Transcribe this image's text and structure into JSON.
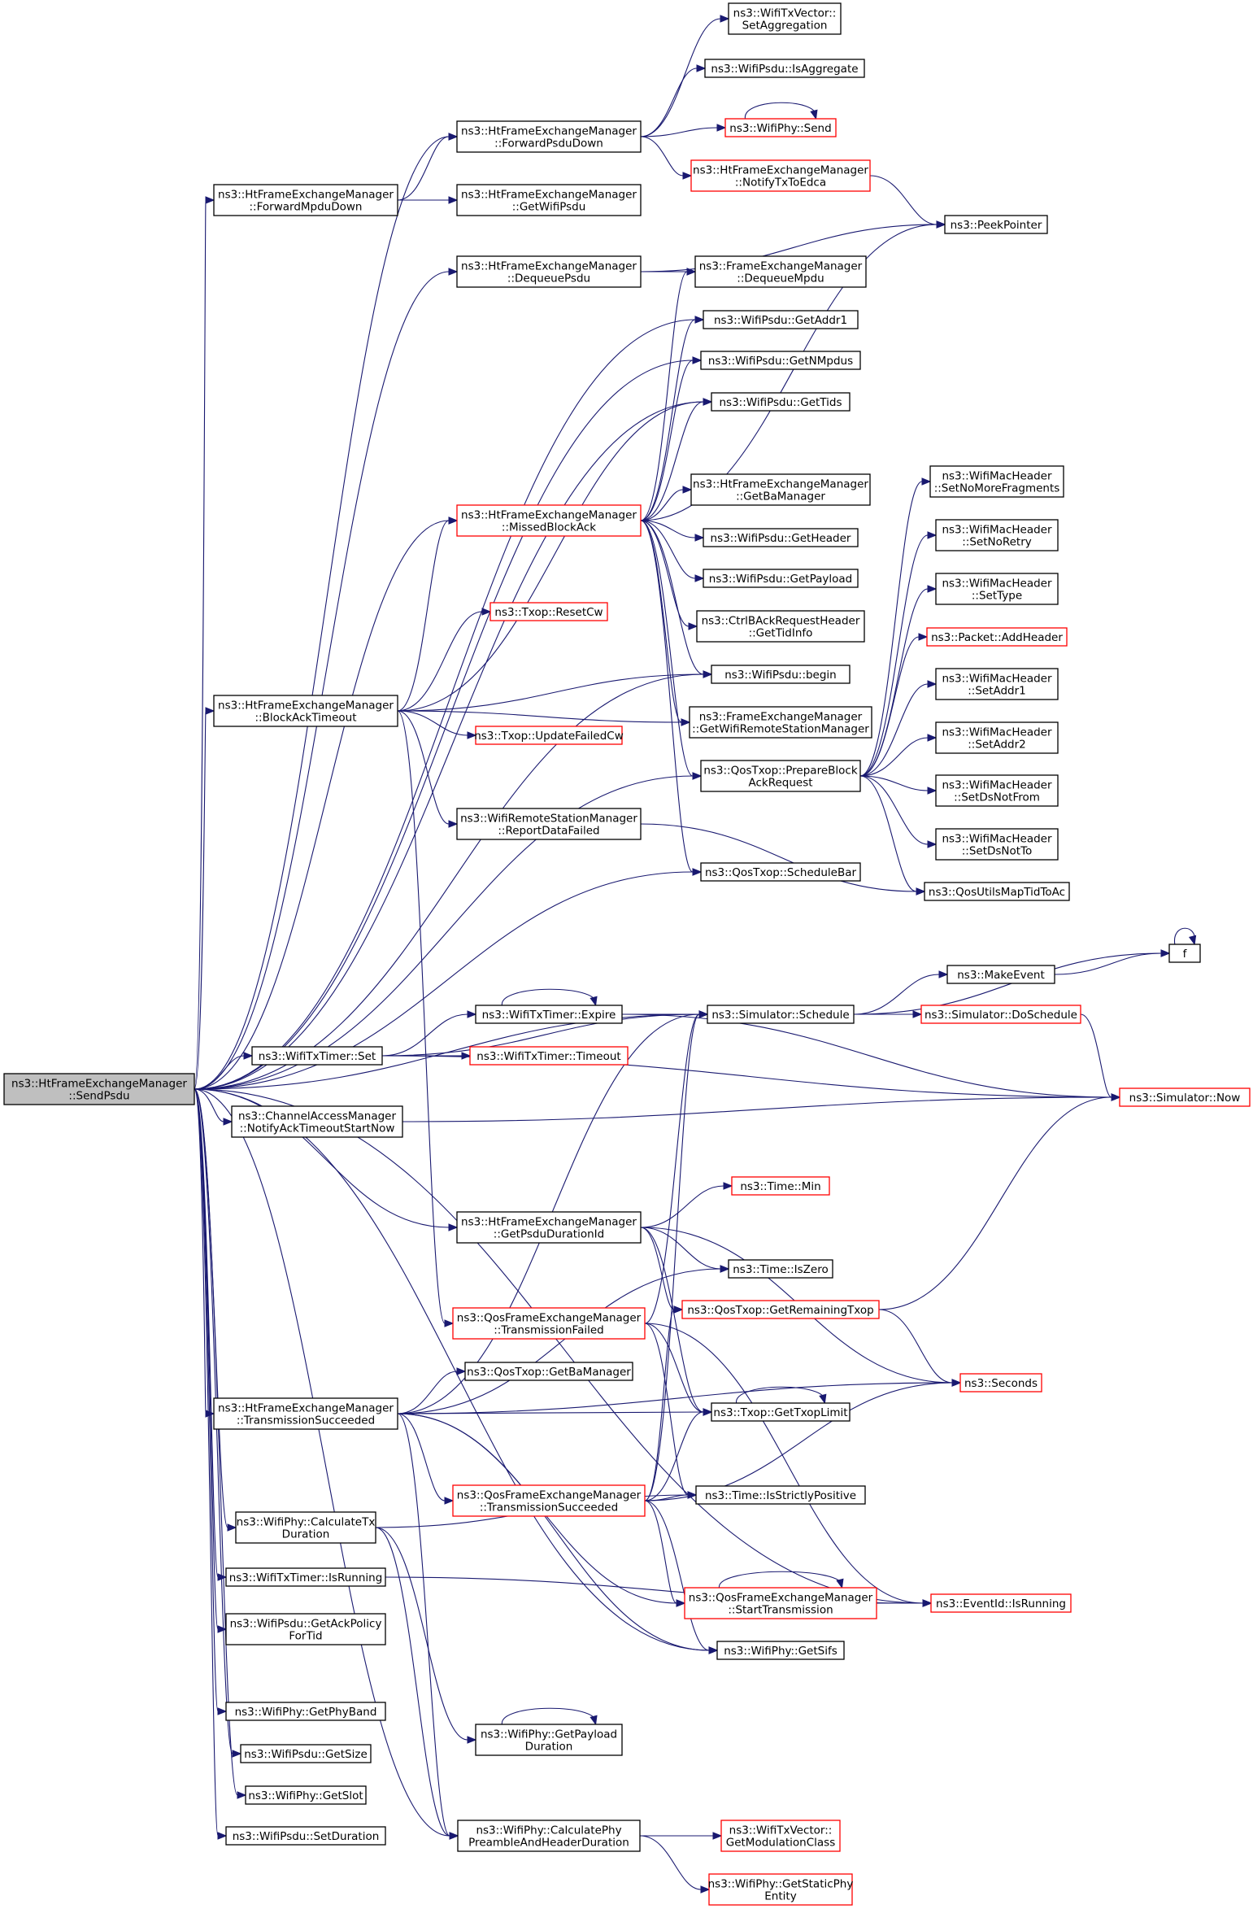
{
  "colors": {
    "edge": "#191970",
    "node_border": "#000000",
    "node_truncated_border": "#ff0000",
    "root_fill": "#bfbfbf",
    "node_fill": "#ffffff"
  },
  "nodes": [
    {
      "id": "root",
      "lines": [
        "ns3::HtFrameExchangeManager",
        "::SendPsdu"
      ],
      "root": true
    },
    {
      "id": "setAgg",
      "lines": [
        "ns3::WifiTxVector::",
        "SetAggregation"
      ]
    },
    {
      "id": "isAgg",
      "lines": [
        "ns3::WifiPsdu::IsAggregate"
      ]
    },
    {
      "id": "phySend",
      "lines": [
        "ns3::WifiPhy::Send"
      ],
      "red": true
    },
    {
      "id": "fwdPsdu",
      "lines": [
        "ns3::HtFrameExchangeManager",
        "::ForwardPsduDown"
      ]
    },
    {
      "id": "notifyTx",
      "lines": [
        "ns3::HtFrameExchangeManager",
        "::NotifyTxToEdca"
      ],
      "red": true
    },
    {
      "id": "fwdMpdu",
      "lines": [
        "ns3::HtFrameExchangeManager",
        "::ForwardMpduDown"
      ]
    },
    {
      "id": "getWifiPsdu",
      "lines": [
        "ns3::HtFrameExchangeManager",
        "::GetWifiPsdu"
      ]
    },
    {
      "id": "peek",
      "lines": [
        "ns3::PeekPointer"
      ]
    },
    {
      "id": "dqPsdu",
      "lines": [
        "ns3::HtFrameExchangeManager",
        "::DequeuePsdu"
      ]
    },
    {
      "id": "dqMpdu",
      "lines": [
        "ns3::FrameExchangeManager",
        "::DequeueMpdu"
      ]
    },
    {
      "id": "getAddr1",
      "lines": [
        "ns3::WifiPsdu::GetAddr1"
      ]
    },
    {
      "id": "getNMpdus",
      "lines": [
        "ns3::WifiPsdu::GetNMpdus"
      ]
    },
    {
      "id": "getTids",
      "lines": [
        "ns3::WifiPsdu::GetTids"
      ]
    },
    {
      "id": "getBaMgrHt",
      "lines": [
        "ns3::HtFrameExchangeManager",
        "::GetBaManager"
      ]
    },
    {
      "id": "missed",
      "lines": [
        "ns3::HtFrameExchangeManager",
        "::MissedBlockAck"
      ],
      "red": true
    },
    {
      "id": "getHeader",
      "lines": [
        "ns3::WifiPsdu::GetHeader"
      ]
    },
    {
      "id": "getPayload",
      "lines": [
        "ns3::WifiPsdu::GetPayload"
      ]
    },
    {
      "id": "getTidInfo",
      "lines": [
        "ns3::CtrlBAckRequestHeader",
        "::GetTidInfo"
      ]
    },
    {
      "id": "resetCw",
      "lines": [
        "ns3::Txop::ResetCw"
      ],
      "red": true
    },
    {
      "id": "begin",
      "lines": [
        "ns3::WifiPsdu::begin"
      ]
    },
    {
      "id": "baTimeout",
      "lines": [
        "ns3::HtFrameExchangeManager",
        "::BlockAckTimeout"
      ]
    },
    {
      "id": "getRsm",
      "lines": [
        "ns3::FrameExchangeManager",
        "::GetWifiRemoteStationManager"
      ]
    },
    {
      "id": "updFailed",
      "lines": [
        "ns3::Txop::UpdateFailedCw"
      ],
      "red": true
    },
    {
      "id": "prepBar",
      "lines": [
        "ns3::QosTxop::PrepareBlock",
        "AckRequest"
      ]
    },
    {
      "id": "repFailed",
      "lines": [
        "ns3::WifiRemoteStationManager",
        "::ReportDataFailed"
      ]
    },
    {
      "id": "schedBar",
      "lines": [
        "ns3::QosTxop::ScheduleBar"
      ]
    },
    {
      "id": "noMoreFrag",
      "lines": [
        "ns3::WifiMacHeader",
        "::SetNoMoreFragments"
      ]
    },
    {
      "id": "noRetry",
      "lines": [
        "ns3::WifiMacHeader",
        "::SetNoRetry"
      ]
    },
    {
      "id": "setType",
      "lines": [
        "ns3::WifiMacHeader",
        "::SetType"
      ]
    },
    {
      "id": "addHeader",
      "lines": [
        "ns3::Packet::AddHeader"
      ],
      "red": true
    },
    {
      "id": "setAddr1",
      "lines": [
        "ns3::WifiMacHeader",
        "::SetAddr1"
      ]
    },
    {
      "id": "setAddr2",
      "lines": [
        "ns3::WifiMacHeader",
        "::SetAddr2"
      ]
    },
    {
      "id": "dsNotFrom",
      "lines": [
        "ns3::WifiMacHeader",
        "::SetDsNotFrom"
      ]
    },
    {
      "id": "dsNotTo",
      "lines": [
        "ns3::WifiMacHeader",
        "::SetDsNotTo"
      ]
    },
    {
      "id": "qosMap",
      "lines": [
        "ns3::QosUtilsMapTidToAc"
      ]
    },
    {
      "id": "f",
      "lines": [
        "f"
      ]
    },
    {
      "id": "makeEvent",
      "lines": [
        "ns3::MakeEvent"
      ]
    },
    {
      "id": "expire",
      "lines": [
        "ns3::WifiTxTimer::Expire"
      ]
    },
    {
      "id": "schedule",
      "lines": [
        "ns3::Simulator::Schedule"
      ]
    },
    {
      "id": "doSchedule",
      "lines": [
        "ns3::Simulator::DoSchedule"
      ],
      "red": true
    },
    {
      "id": "timerSet",
      "lines": [
        "ns3::WifiTxTimer::Set"
      ]
    },
    {
      "id": "timeout",
      "lines": [
        "ns3::WifiTxTimer::Timeout"
      ],
      "red": true
    },
    {
      "id": "now",
      "lines": [
        "ns3::Simulator::Now"
      ],
      "red": true
    },
    {
      "id": "notifyAck",
      "lines": [
        "ns3::ChannelAccessManager",
        "::NotifyAckTimeoutStartNow"
      ]
    },
    {
      "id": "timeMin",
      "lines": [
        "ns3::Time::Min"
      ],
      "red": true
    },
    {
      "id": "durId",
      "lines": [
        "ns3::HtFrameExchangeManager",
        "::GetPsduDurationId"
      ]
    },
    {
      "id": "isZero",
      "lines": [
        "ns3::Time::IsZero"
      ]
    },
    {
      "id": "txFailed",
      "lines": [
        "ns3::QosFrameExchangeManager",
        "::TransmissionFailed"
      ],
      "red": true
    },
    {
      "id": "remTxop",
      "lines": [
        "ns3::QosTxop::GetRemainingTxop"
      ],
      "red": true
    },
    {
      "id": "qosBaMgr",
      "lines": [
        "ns3::QosTxop::GetBaManager"
      ]
    },
    {
      "id": "seconds",
      "lines": [
        "ns3::Seconds"
      ],
      "red": true
    },
    {
      "id": "htTxSucc",
      "lines": [
        "ns3::HtFrameExchangeManager",
        "::TransmissionSucceeded"
      ]
    },
    {
      "id": "txopLimit",
      "lines": [
        "ns3::Txop::GetTxopLimit"
      ]
    },
    {
      "id": "qosTxSucc",
      "lines": [
        "ns3::QosFrameExchangeManager",
        "::TransmissionSucceeded"
      ],
      "red": true
    },
    {
      "id": "strictPos",
      "lines": [
        "ns3::Time::IsStrictlyPositive"
      ]
    },
    {
      "id": "calcTxDur",
      "lines": [
        "ns3::WifiPhy::CalculateTx",
        "Duration"
      ]
    },
    {
      "id": "timerRunning",
      "lines": [
        "ns3::WifiTxTimer::IsRunning"
      ]
    },
    {
      "id": "startTx",
      "lines": [
        "ns3::QosFrameExchangeManager",
        "::StartTransmission"
      ],
      "red": true
    },
    {
      "id": "evRunning",
      "lines": [
        "ns3::EventId::IsRunning"
      ],
      "red": true
    },
    {
      "id": "ackPolicy",
      "lines": [
        "ns3::WifiPsdu::GetAckPolicy",
        "ForTid"
      ]
    },
    {
      "id": "getSifs",
      "lines": [
        "ns3::WifiPhy::GetSifs"
      ]
    },
    {
      "id": "phyBand",
      "lines": [
        "ns3::WifiPhy::GetPhyBand"
      ]
    },
    {
      "id": "payloadDur",
      "lines": [
        "ns3::WifiPhy::GetPayload",
        "Duration"
      ]
    },
    {
      "id": "getSize",
      "lines": [
        "ns3::WifiPsdu::GetSize"
      ]
    },
    {
      "id": "getSlot",
      "lines": [
        "ns3::WifiPhy::GetSlot"
      ]
    },
    {
      "id": "setDuration",
      "lines": [
        "ns3::WifiPsdu::SetDuration"
      ]
    },
    {
      "id": "calcPreamble",
      "lines": [
        "ns3::WifiPhy::CalculatePhy",
        "PreambleAndHeaderDuration"
      ]
    },
    {
      "id": "modClass",
      "lines": [
        "ns3::WifiTxVector::",
        "GetModulationClass"
      ],
      "red": true
    },
    {
      "id": "staticPhy",
      "lines": [
        "ns3::WifiPhy::GetStaticPhy",
        "Entity"
      ],
      "red": true
    }
  ],
  "edges": [
    [
      "root",
      "fwdPsdu"
    ],
    [
      "root",
      "fwdMpdu"
    ],
    [
      "root",
      "dqPsdu"
    ],
    [
      "root",
      "getAddr1"
    ],
    [
      "root",
      "getNMpdus"
    ],
    [
      "root",
      "getTids"
    ],
    [
      "root",
      "missed"
    ],
    [
      "root",
      "begin"
    ],
    [
      "root",
      "baTimeout"
    ],
    [
      "root",
      "prepBar"
    ],
    [
      "root",
      "schedBar"
    ],
    [
      "root",
      "schedule"
    ],
    [
      "root",
      "timerSet"
    ],
    [
      "root",
      "notifyAck"
    ],
    [
      "root",
      "durId"
    ],
    [
      "root",
      "htTxSucc"
    ],
    [
      "root",
      "calcTxDur"
    ],
    [
      "root",
      "timerRunning"
    ],
    [
      "root",
      "ackPolicy"
    ],
    [
      "root",
      "phyBand"
    ],
    [
      "root",
      "getSize"
    ],
    [
      "root",
      "getSlot"
    ],
    [
      "root",
      "setDuration"
    ],
    [
      "root",
      "calcPreamble"
    ],
    [
      "root",
      "evRunning"
    ],
    [
      "root",
      "getSifs"
    ],
    [
      "fwdPsdu",
      "setAgg"
    ],
    [
      "fwdPsdu",
      "isAgg"
    ],
    [
      "fwdPsdu",
      "phySend"
    ],
    [
      "fwdPsdu",
      "notifyTx"
    ],
    [
      "phySend",
      "phySend"
    ],
    [
      "notifyTx",
      "peek"
    ],
    [
      "fwdMpdu",
      "fwdPsdu"
    ],
    [
      "fwdMpdu",
      "getWifiPsdu"
    ],
    [
      "dqPsdu",
      "peek"
    ],
    [
      "dqPsdu",
      "dqMpdu"
    ],
    [
      "missed",
      "dqMpdu"
    ],
    [
      "missed",
      "getAddr1"
    ],
    [
      "missed",
      "getNMpdus"
    ],
    [
      "missed",
      "getTids"
    ],
    [
      "missed",
      "peek"
    ],
    [
      "missed",
      "getBaMgrHt"
    ],
    [
      "missed",
      "getHeader"
    ],
    [
      "missed",
      "getPayload"
    ],
    [
      "missed",
      "getTidInfo"
    ],
    [
      "missed",
      "begin"
    ],
    [
      "missed",
      "getRsm"
    ],
    [
      "missed",
      "prepBar"
    ],
    [
      "missed",
      "schedBar"
    ],
    [
      "baTimeout",
      "missed"
    ],
    [
      "baTimeout",
      "resetCw"
    ],
    [
      "baTimeout",
      "begin"
    ],
    [
      "baTimeout",
      "getRsm"
    ],
    [
      "baTimeout",
      "updFailed"
    ],
    [
      "baTimeout",
      "repFailed"
    ],
    [
      "baTimeout",
      "txFailed"
    ],
    [
      "baTimeout",
      "getTids"
    ],
    [
      "repFailed",
      "qosMap"
    ],
    [
      "prepBar",
      "noMoreFrag"
    ],
    [
      "prepBar",
      "noRetry"
    ],
    [
      "prepBar",
      "setType"
    ],
    [
      "prepBar",
      "addHeader"
    ],
    [
      "prepBar",
      "setAddr1"
    ],
    [
      "prepBar",
      "setAddr2"
    ],
    [
      "prepBar",
      "dsNotFrom"
    ],
    [
      "prepBar",
      "dsNotTo"
    ],
    [
      "prepBar",
      "qosMap"
    ],
    [
      "f",
      "f"
    ],
    [
      "schedule",
      "f"
    ],
    [
      "schedule",
      "makeEvent"
    ],
    [
      "schedule",
      "doSchedule"
    ],
    [
      "makeEvent",
      "f"
    ],
    [
      "doSchedule",
      "now"
    ],
    [
      "expire",
      "expire"
    ],
    [
      "expire",
      "schedule"
    ],
    [
      "expire",
      "now"
    ],
    [
      "timerSet",
      "expire"
    ],
    [
      "timerSet",
      "schedule"
    ],
    [
      "timerSet",
      "timeout"
    ],
    [
      "timerSet",
      "now"
    ],
    [
      "notifyAck",
      "now"
    ],
    [
      "durId",
      "timeMin"
    ],
    [
      "durId",
      "isZero"
    ],
    [
      "durId",
      "remTxop"
    ],
    [
      "durId",
      "seconds"
    ],
    [
      "durId",
      "txopLimit"
    ],
    [
      "remTxop",
      "now"
    ],
    [
      "remTxop",
      "seconds"
    ],
    [
      "txFailed",
      "schedule"
    ],
    [
      "txFailed",
      "txopLimit"
    ],
    [
      "txFailed",
      "strictPos"
    ],
    [
      "txFailed",
      "evRunning"
    ],
    [
      "htTxSucc",
      "schedule"
    ],
    [
      "htTxSucc",
      "qosBaMgr"
    ],
    [
      "htTxSucc",
      "txopLimit"
    ],
    [
      "htTxSucc",
      "seconds"
    ],
    [
      "htTxSucc",
      "qosTxSucc"
    ],
    [
      "htTxSucc",
      "isZero"
    ],
    [
      "htTxSucc",
      "startTx"
    ],
    [
      "htTxSucc",
      "getSifs"
    ],
    [
      "htTxSucc",
      "calcPreamble"
    ],
    [
      "txopLimit",
      "txopLimit"
    ],
    [
      "qosTxSucc",
      "schedule"
    ],
    [
      "qosTxSucc",
      "remTxop"
    ],
    [
      "qosTxSucc",
      "txopLimit"
    ],
    [
      "qosTxSucc",
      "strictPos"
    ],
    [
      "qosTxSucc",
      "startTx"
    ],
    [
      "qosTxSucc",
      "getSifs"
    ],
    [
      "qosTxSucc",
      "seconds"
    ],
    [
      "startTx",
      "startTx"
    ],
    [
      "startTx",
      "evRunning"
    ],
    [
      "calcTxDur",
      "payloadDur"
    ],
    [
      "calcTxDur",
      "calcPreamble"
    ],
    [
      "calcTxDur",
      "strictPos"
    ],
    [
      "timerRunning",
      "evRunning"
    ],
    [
      "payloadDur",
      "payloadDur"
    ],
    [
      "calcPreamble",
      "modClass"
    ],
    [
      "calcPreamble",
      "staticPhy"
    ]
  ]
}
